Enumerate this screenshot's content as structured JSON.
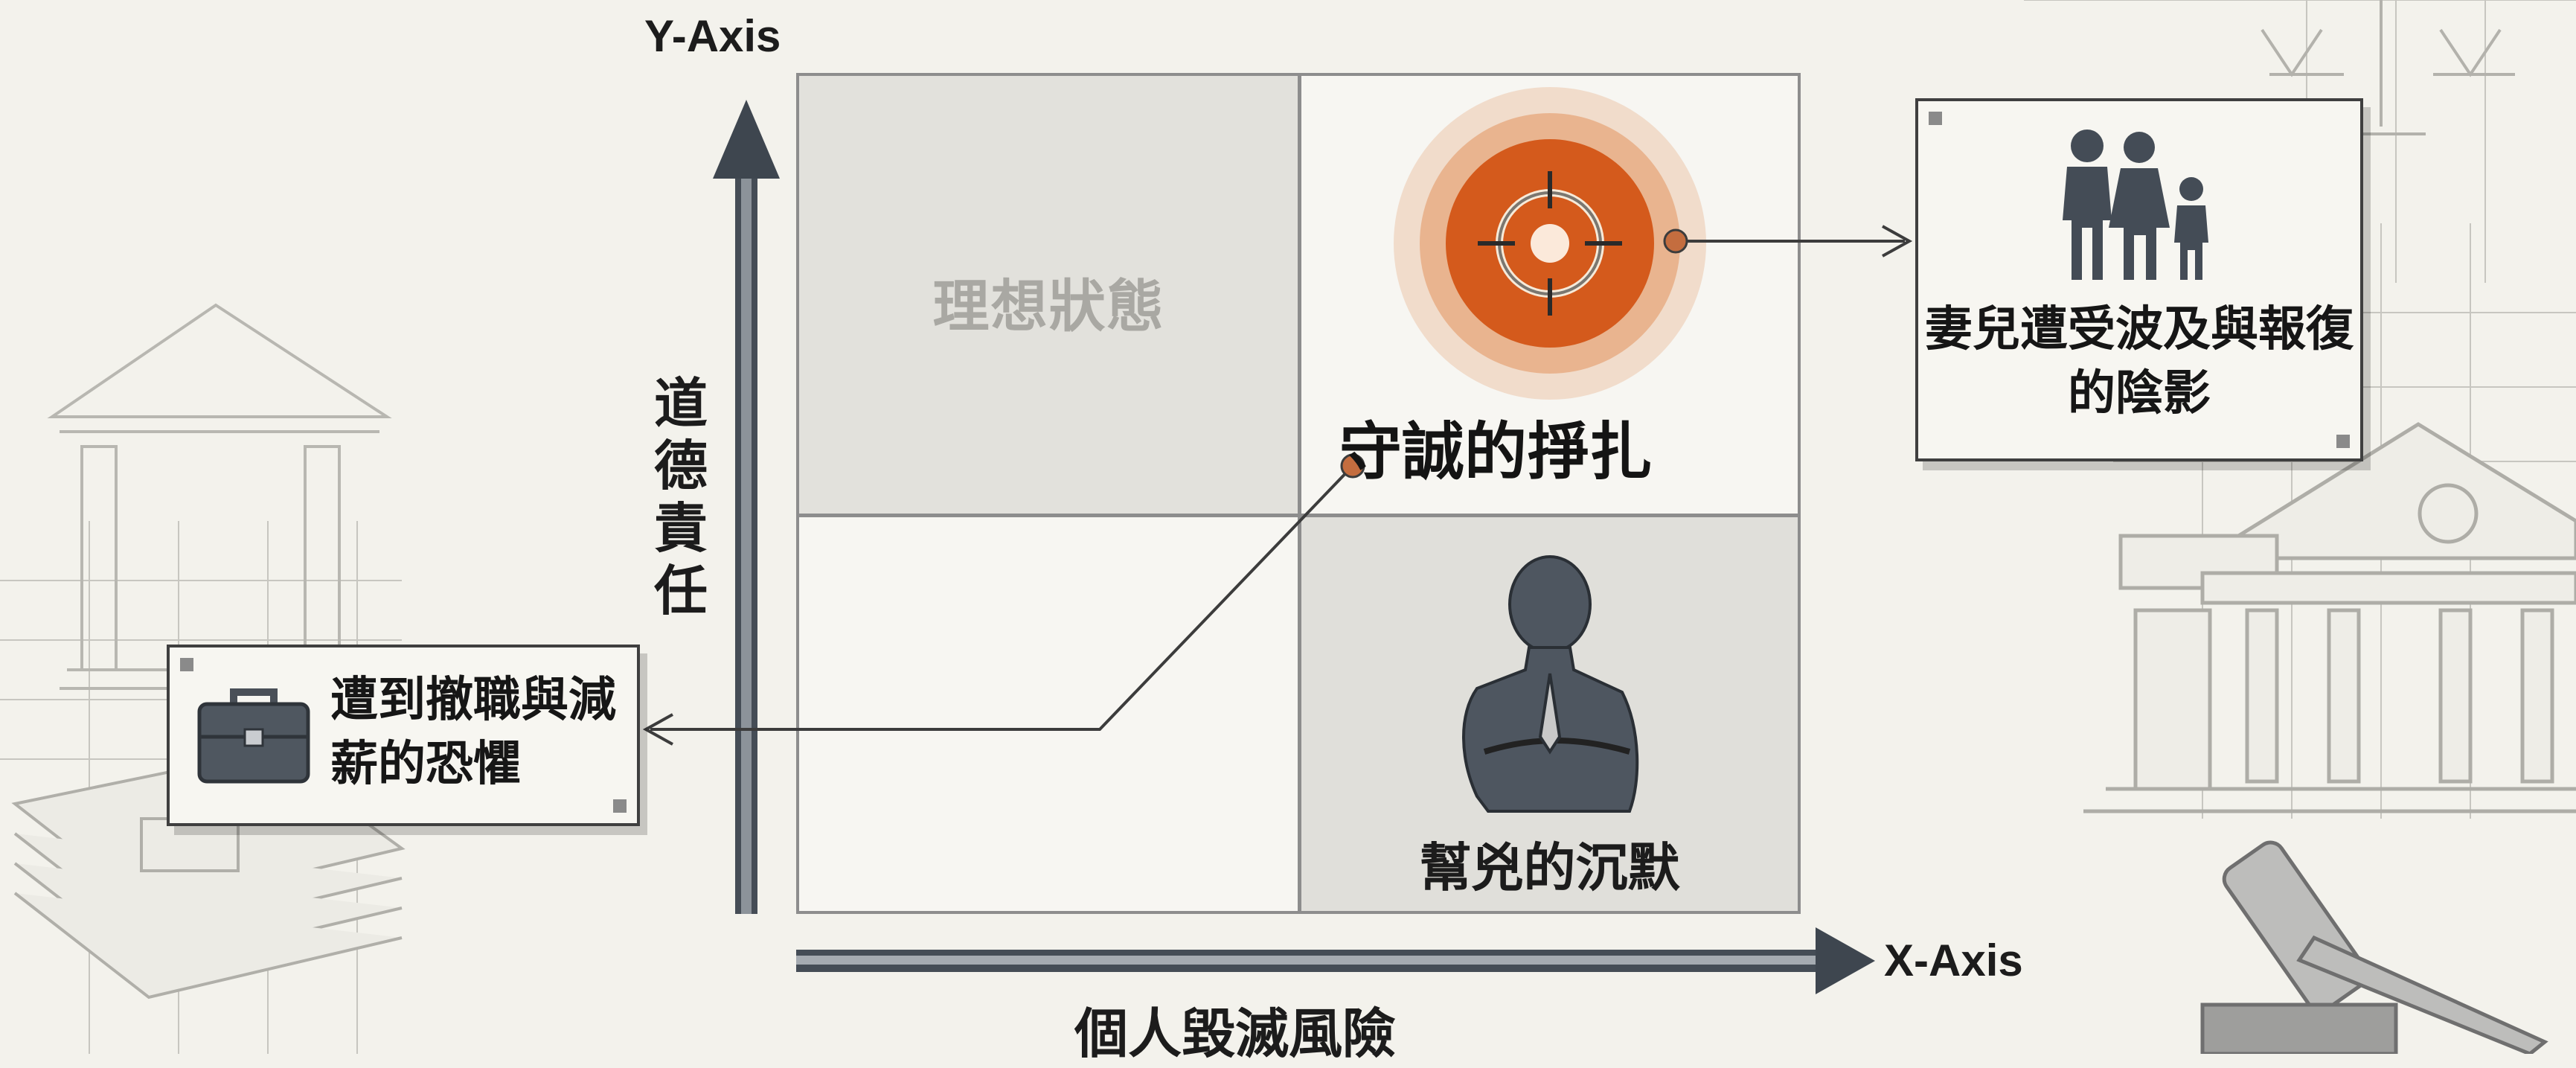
{
  "axes": {
    "y_title": "Y-Axis",
    "x_title": "X-Axis",
    "y_label": "道德責任",
    "x_label": "個人毀滅風險"
  },
  "quadrants": {
    "top_left": "理想狀態",
    "top_right": "守誠的掙扎",
    "bottom_right": "幫兇的沉默"
  },
  "callouts": {
    "fear": "遭到撤職與減薪的恐懼",
    "family": "妻兒遭受波及與報復的陰影"
  },
  "icons": {
    "target": "target-icon",
    "family": "family-icon",
    "briefcase": "briefcase-icon",
    "person": "silent-man-icon",
    "courthouse": "courthouse-icon",
    "gavel": "gavel-icon",
    "scales": "scales-icon"
  },
  "colors": {
    "accent": "#d45a1c",
    "axis": "#434c55",
    "ink": "#1c1c1c"
  }
}
